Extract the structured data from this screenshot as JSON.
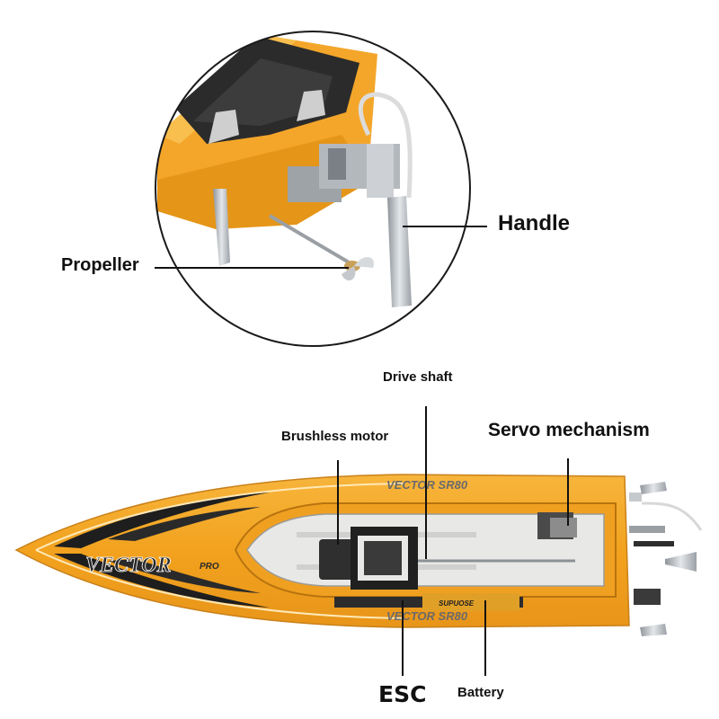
{
  "labels": {
    "propeller": "Propeller",
    "handle": "Handle",
    "drive_shaft": "Drive shaft",
    "brushless_motor": "Brushless motor",
    "servo_mechanism": "Servo mechanism",
    "esc": "ESC",
    "battery": "Battery"
  },
  "hull_branding": {
    "logo": "VECTOR",
    "logo_suffix": "PRO",
    "side_text_top": "VECTOR SR80",
    "side_text_bottom": "VECTOR SR80",
    "battery_brand": "SUPUOSE"
  },
  "colors": {
    "hull": "#F2A623",
    "deck": "#F6B43A",
    "stripe": "#1E1E1E",
    "metal": "#B9BDC2",
    "label_text": "#111111"
  }
}
